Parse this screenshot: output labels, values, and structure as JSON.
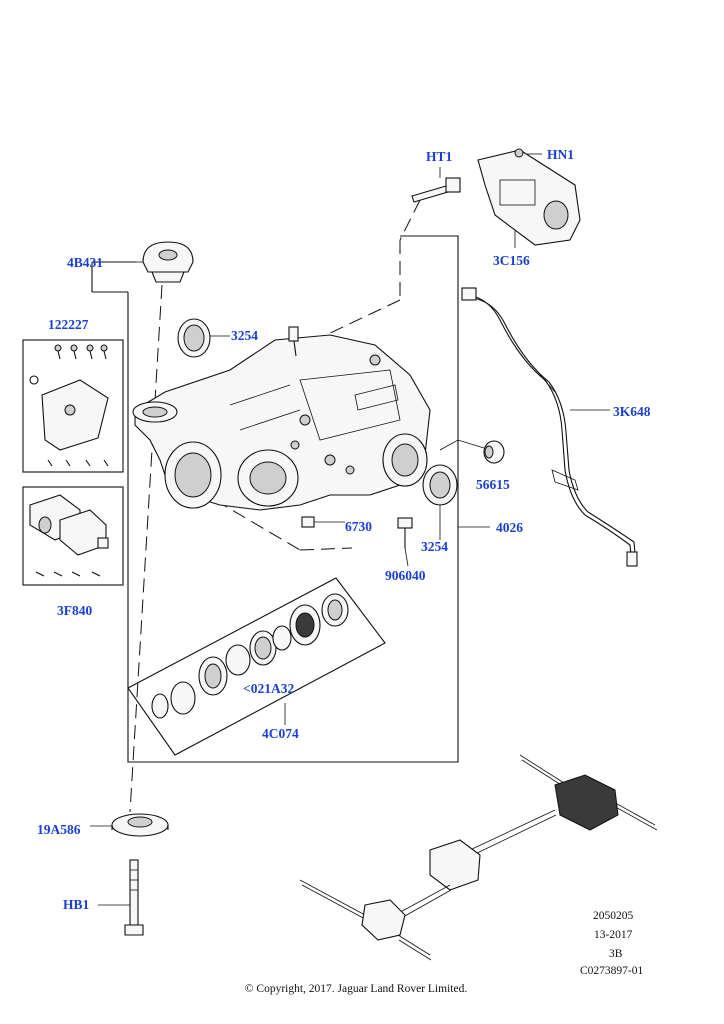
{
  "callouts": {
    "ht1": "HT1",
    "hn1": "HN1",
    "c3c156": "3C156",
    "c4b431": "4B431",
    "c122227": "122227",
    "c3254_top": "3254",
    "c3k648": "3K648",
    "c56615": "56615",
    "c4026": "4026",
    "c6730": "6730",
    "c3254_bottom": "3254",
    "c906040": "906040",
    "c3f840": "3F840",
    "c021a32": "<021A32",
    "c4c074": "4C074",
    "c19a586": "19A586",
    "hb1": "HB1"
  },
  "meta": {
    "line1": "2050205",
    "line2": "13-2017",
    "line3": "3B",
    "line4": "C0273897-01"
  },
  "copyright": "© Copyright, 2017. Jaguar Land Rover Limited.",
  "colors": {
    "callout": "#1a3fd4",
    "line": "#111111"
  }
}
